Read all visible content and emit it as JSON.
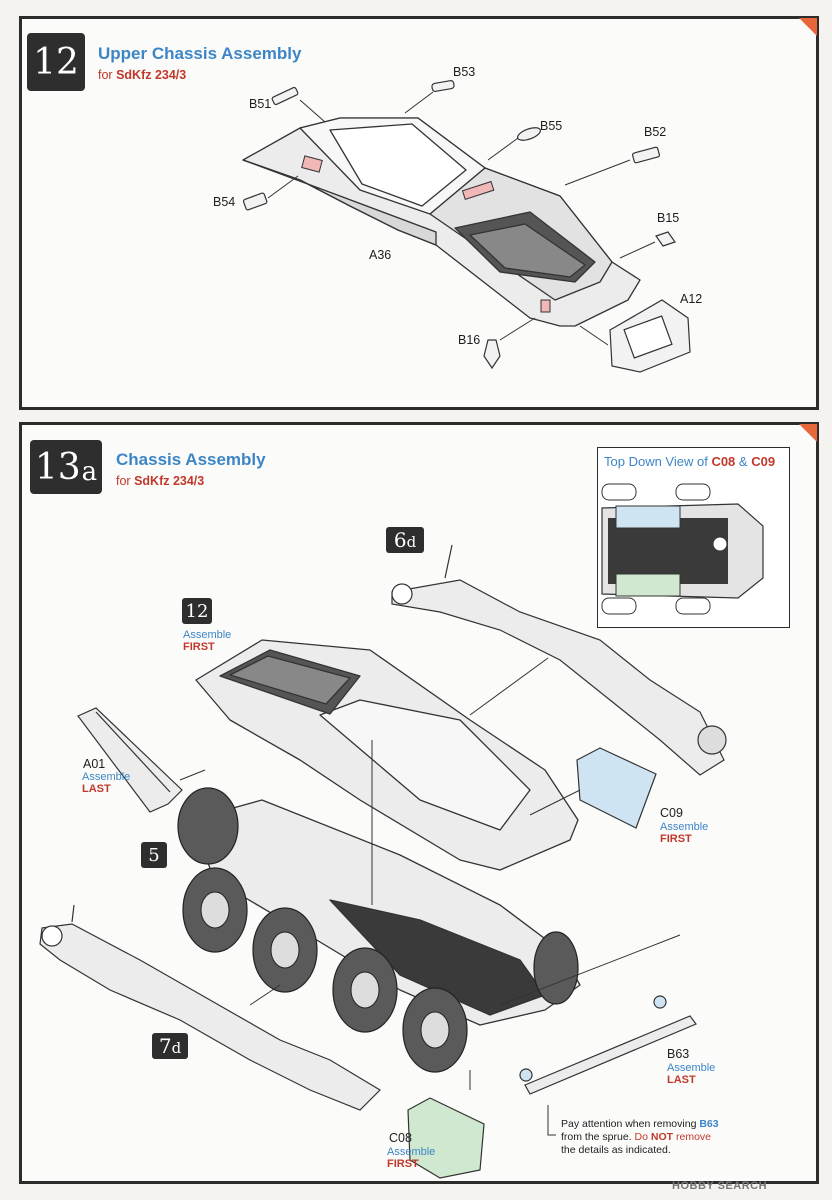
{
  "step12": {
    "number": "12",
    "title": "Upper Chassis Assembly",
    "sub_prefix": "for ",
    "sub_model": "SdKfz 234/3",
    "parts": [
      "B53",
      "B51",
      "B55",
      "B52",
      "B54",
      "B15",
      "A36",
      "A12",
      "B16"
    ]
  },
  "step13a": {
    "number": "13",
    "suffix": "a",
    "title": "Chassis Assembly",
    "sub_prefix": "for ",
    "sub_model": "SdKfz 234/3"
  },
  "inset": {
    "title_prefix": "Top Down View of ",
    "part1": "C08",
    "amp": " & ",
    "part2": "C09"
  },
  "callouts": {
    "tag6d": {
      "num": "6",
      "suf": "d"
    },
    "tag12": {
      "num": "12"
    },
    "tag5": {
      "num": "5"
    },
    "tag7d": {
      "num": "7",
      "suf": "d"
    },
    "a01": {
      "part": "A01",
      "assemble": "Assemble",
      "order": "LAST"
    },
    "step12": {
      "assemble": "Assemble",
      "order": "FIRST"
    },
    "c09": {
      "part": "C09",
      "assemble": "Assemble",
      "order": "FIRST"
    },
    "b63": {
      "part": "B63",
      "assemble": "Assemble",
      "order": "LAST"
    },
    "c08": {
      "part": "C08",
      "assemble": "Assemble",
      "order": "FIRST"
    }
  },
  "note": {
    "line1": "Pay attention when removing ",
    "part": "B63",
    "line2": "from the sprue.",
    "do": " Do ",
    "not": "NOT",
    "remove": " remove",
    "line3": "the details as indicated."
  },
  "watermark": "HOBBY SEARCH",
  "colors": {
    "title_blue": "#3d86c6",
    "accent_red": "#c0392b",
    "corner_orange": "#e8673a",
    "c09_fill": "#cfe4f3",
    "c08_fill": "#cfe8cf"
  }
}
